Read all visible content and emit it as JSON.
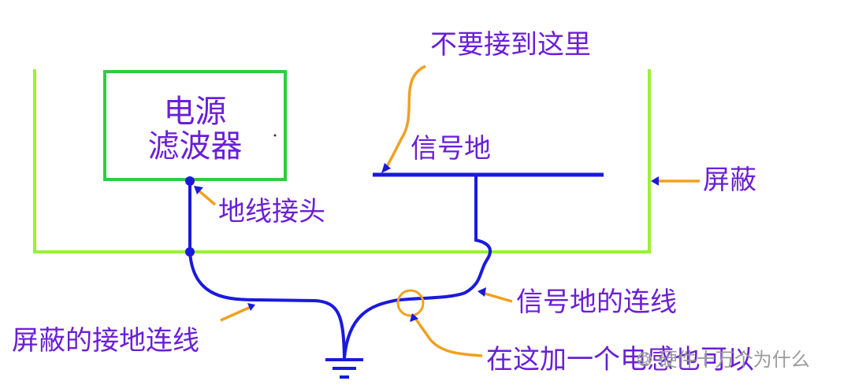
{
  "filter_box": {
    "line1": "电源",
    "line2": "滤波器"
  },
  "labels": {
    "not_here": "不要接到这里",
    "signal_ground": "信号地",
    "shield": "屏蔽",
    "ground_terminal": "地线接头",
    "signal_ground_wire": "信号地的连线",
    "shield_ground_wire": "屏蔽的接地连线",
    "capacitor_ok": "在这加一个电感也可以"
  },
  "watermark": "硬件十万个为什么",
  "colors": {
    "shield": "#99f233",
    "box": "#2ecc40",
    "wire": "#1a1adc",
    "leader": "#f0a020",
    "text": "#6a1fd6"
  }
}
